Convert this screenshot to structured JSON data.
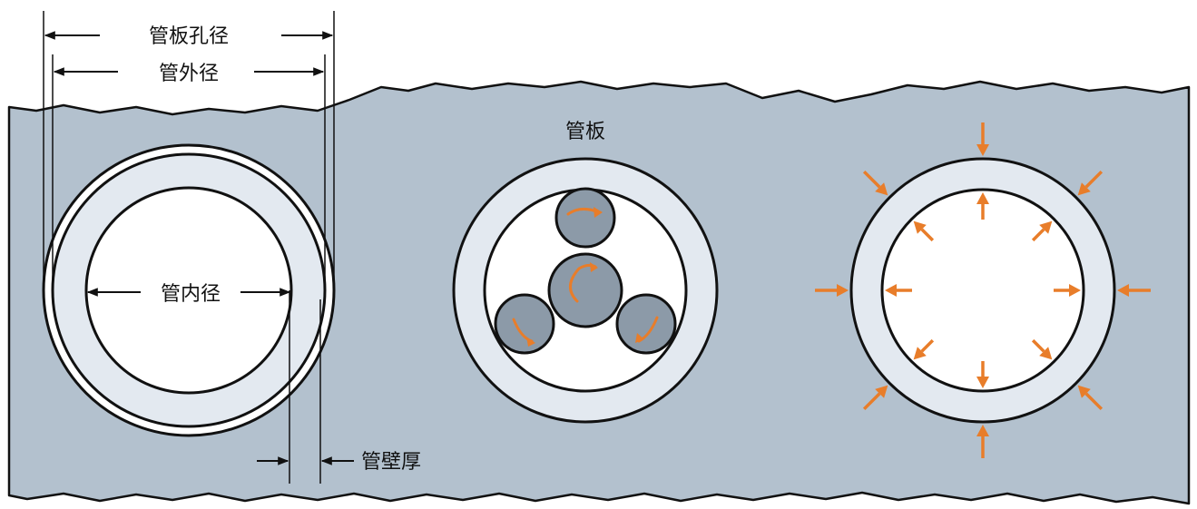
{
  "labels": {
    "hole_diameter": "管板孔径",
    "outer_diameter": "管外径",
    "inner_diameter": "管内径",
    "wall_thickness": "管壁厚",
    "tube_sheet": "管板"
  },
  "colors": {
    "plate": "#b3c1ce",
    "tube_wall": "#e3e9f0",
    "rollers": "#8c9aa8",
    "arrows": "#e87d2a",
    "lines": "#111111"
  },
  "icons": {
    "dimension_arrow": "arrowhead",
    "force_arrow": "orange-arrow",
    "rotation_arrow": "curved-arrow"
  }
}
